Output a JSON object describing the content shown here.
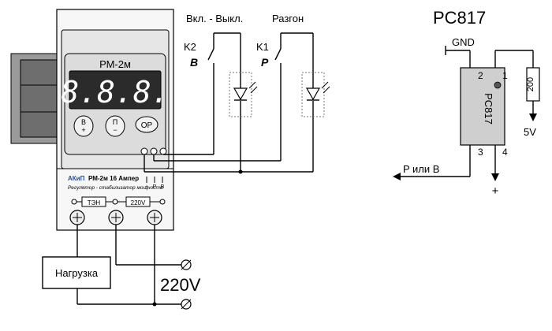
{
  "device": {
    "model": "РМ-2м",
    "display": "8.8.8.",
    "btn_b": "В",
    "btn_b_sign": "+",
    "btn_p": "П",
    "btn_p_sign": "−",
    "btn_op": "OP",
    "brand": "АКиП",
    "spec": "РМ-2м 16 Ампер",
    "subtitle": "Регулятор - стабилизатор мощности",
    "pin_plus": "+",
    "pin_p": "P",
    "pin_b": "B",
    "ten": "ТЭН",
    "v220": "220V"
  },
  "switches": {
    "k2": "K2",
    "k2_letter": "B",
    "k2_caption": "Вкл. - Выкл.",
    "k1": "K1",
    "k1_letter": "P",
    "k1_caption": "Разгон"
  },
  "load": {
    "label": "Нагрузка",
    "mains": "220V"
  },
  "opto": {
    "title": "PC817",
    "gnd": "GND",
    "pin1": "1",
    "pin2": "2",
    "pin3": "3",
    "pin4": "4",
    "body": "PC817",
    "resistor": "200",
    "vcc": "5V",
    "out": "P или B",
    "plus": "+"
  },
  "colors": {
    "panel": "#e6e6e6",
    "display_bg": "#2b2b2b",
    "digits": "#ffffff",
    "chip": "#cfcfcf"
  }
}
